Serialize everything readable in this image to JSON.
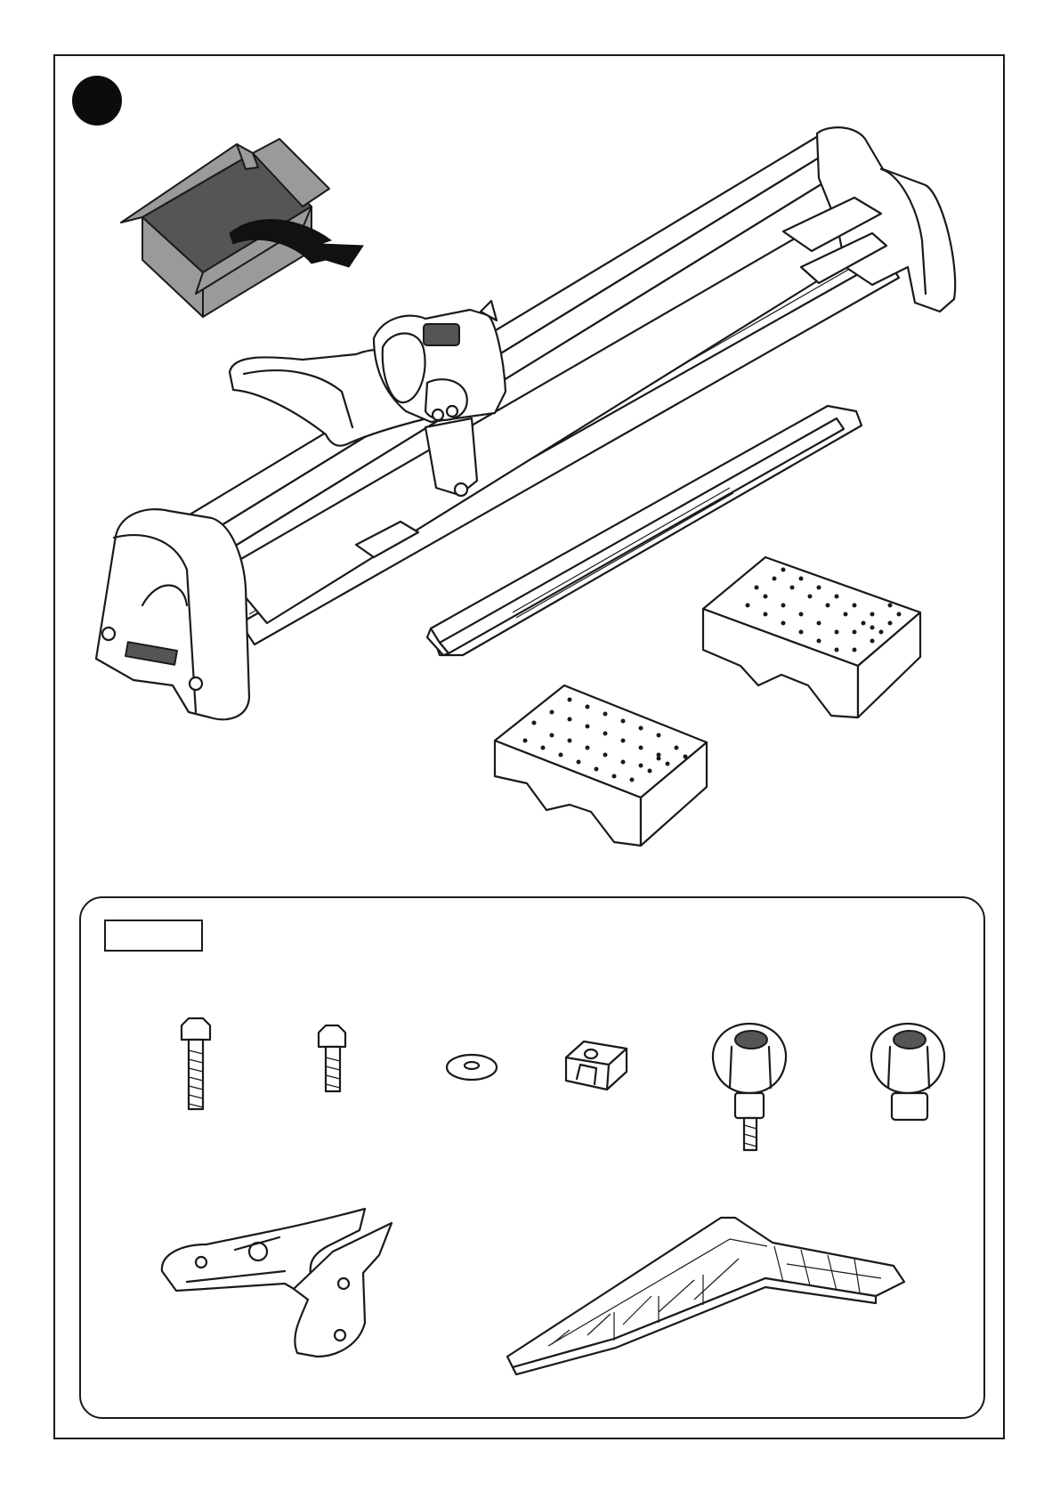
{
  "document": {
    "step_marker": "",
    "parts_box_label": ""
  },
  "illustrations": {
    "top": [
      "open-box-icon",
      "tile-cutter-machine",
      "extension-rail",
      "support-pad-left",
      "support-pad-right"
    ],
    "hardware_row": [
      "long-bolt-icon",
      "short-bolt-icon",
      "washer-icon",
      "slotted-nut-icon",
      "threaded-knob-icon",
      "knob-icon"
    ],
    "bottom_row": [
      "tile-breaker-icon",
      "side-support-arm-icon"
    ]
  },
  "colors": {
    "line": "#1a1a1a",
    "box_fill": "#9a9a9a",
    "dot_fill": "#0c0c0c"
  }
}
